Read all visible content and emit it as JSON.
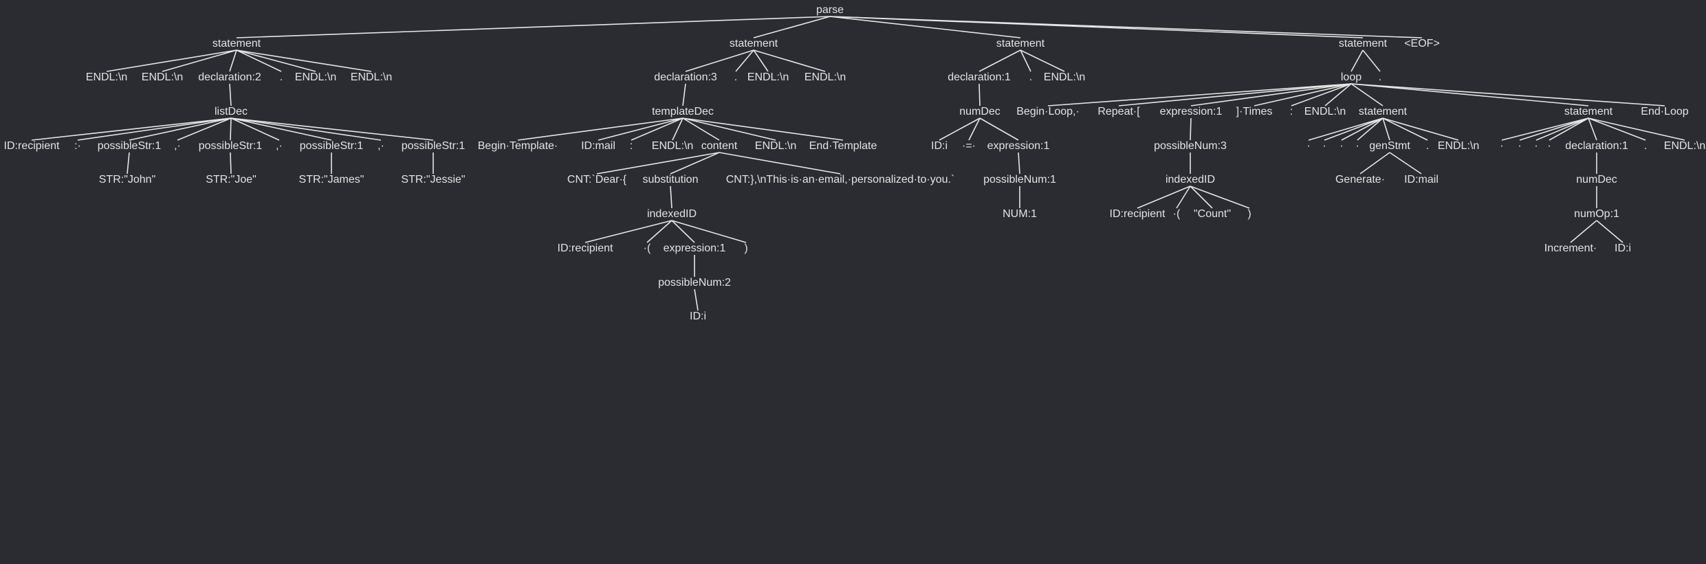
{
  "nodes": [
    {
      "label": "parse",
      "children": [
        1,
        2,
        3,
        4,
        5
      ]
    },
    {
      "label": "statement",
      "children": [
        6,
        7,
        8,
        9,
        10,
        11
      ]
    },
    {
      "label": "statement",
      "children": [
        12,
        13,
        14,
        15
      ]
    },
    {
      "label": "statement",
      "children": [
        16,
        17,
        18
      ]
    },
    {
      "label": "statement",
      "children": [
        19,
        20
      ]
    },
    {
      "label": "<EOF>",
      "children": []
    },
    {
      "label": "ENDL:\\n",
      "children": []
    },
    {
      "label": "ENDL:\\n",
      "children": []
    },
    {
      "label": "declaration:2",
      "children": [
        21
      ]
    },
    {
      "label": ".",
      "children": []
    },
    {
      "label": "ENDL:\\n",
      "children": []
    },
    {
      "label": "ENDL:\\n",
      "children": []
    },
    {
      "label": "declaration:3",
      "children": [
        22
      ]
    },
    {
      "label": ".",
      "children": []
    },
    {
      "label": "ENDL:\\n",
      "children": []
    },
    {
      "label": "ENDL:\\n",
      "children": []
    },
    {
      "label": "declaration:1",
      "children": [
        23
      ]
    },
    {
      "label": ".",
      "children": []
    },
    {
      "label": "ENDL:\\n",
      "children": []
    },
    {
      "label": "loop",
      "children": [
        24,
        25,
        26,
        27,
        28,
        29,
        30,
        31,
        32
      ]
    },
    {
      "label": ".",
      "children": []
    },
    {
      "label": "listDec",
      "children": [
        33,
        34,
        35,
        36,
        37,
        38,
        39,
        40,
        41
      ]
    },
    {
      "label": "templateDec",
      "children": [
        42,
        43,
        44,
        45,
        46,
        47,
        48
      ]
    },
    {
      "label": "numDec",
      "children": [
        49,
        50,
        51
      ]
    },
    {
      "label": "Begin·Loop,·",
      "children": []
    },
    {
      "label": "Repeat·[",
      "children": []
    },
    {
      "label": "expression:1",
      "children": [
        52
      ]
    },
    {
      "label": "]·Times",
      "children": []
    },
    {
      "label": ":",
      "children": []
    },
    {
      "label": "ENDL:\\n",
      "children": []
    },
    {
      "label": "statement",
      "children": [
        53,
        54,
        55,
        56,
        57,
        58,
        59
      ]
    },
    {
      "label": "statement",
      "children": [
        60,
        61,
        62,
        63,
        64,
        65,
        66
      ]
    },
    {
      "label": "End·Loop",
      "children": []
    },
    {
      "label": "ID:recipient",
      "children": []
    },
    {
      "label": ":·",
      "children": []
    },
    {
      "label": "possibleStr:1",
      "children": [
        67
      ]
    },
    {
      "label": ",·",
      "children": []
    },
    {
      "label": "possibleStr:1",
      "children": [
        68
      ]
    },
    {
      "label": ",·",
      "children": []
    },
    {
      "label": "possibleStr:1",
      "children": [
        69
      ]
    },
    {
      "label": ",·",
      "children": []
    },
    {
      "label": "possibleStr:1",
      "children": [
        70
      ]
    },
    {
      "label": "Begin·Template·",
      "children": []
    },
    {
      "label": "ID:mail",
      "children": []
    },
    {
      "label": ":",
      "children": []
    },
    {
      "label": "ENDL:\\n",
      "children": []
    },
    {
      "label": "content",
      "children": [
        71,
        72,
        73
      ]
    },
    {
      "label": "ENDL:\\n",
      "children": []
    },
    {
      "label": "End·Template",
      "children": []
    },
    {
      "label": "ID:i",
      "children": []
    },
    {
      "label": "·=·",
      "children": []
    },
    {
      "label": "expression:1",
      "children": [
        74
      ]
    },
    {
      "label": "possibleNum:3",
      "children": [
        75
      ]
    },
    {
      "label": "·",
      "children": []
    },
    {
      "label": "·",
      "children": []
    },
    {
      "label": "·",
      "children": []
    },
    {
      "label": "·",
      "children": []
    },
    {
      "label": "genStmt",
      "children": [
        76,
        77
      ]
    },
    {
      "label": ".",
      "children": []
    },
    {
      "label": "ENDL:\\n",
      "children": []
    },
    {
      "label": "·",
      "children": []
    },
    {
      "label": "·",
      "children": []
    },
    {
      "label": "·",
      "children": []
    },
    {
      "label": "·",
      "children": []
    },
    {
      "label": "declaration:1",
      "children": [
        78
      ]
    },
    {
      "label": ".",
      "children": []
    },
    {
      "label": "ENDL:\\n",
      "children": []
    },
    {
      "label": "STR:\"John\"",
      "children": []
    },
    {
      "label": "STR:\"Joe\"",
      "children": []
    },
    {
      "label": "STR:\"James\"",
      "children": []
    },
    {
      "label": "STR:\"Jessie\"",
      "children": []
    },
    {
      "label": "CNT:`Dear·{",
      "children": []
    },
    {
      "label": "substitution",
      "children": [
        79
      ]
    },
    {
      "label": "CNT:},\\nThis·is·an·email,·personalized·to·you.`",
      "children": []
    },
    {
      "label": "possibleNum:1",
      "children": [
        80
      ]
    },
    {
      "label": "indexedID",
      "children": [
        81,
        82,
        83,
        84
      ]
    },
    {
      "label": "Generate·",
      "children": []
    },
    {
      "label": "ID:mail",
      "children": []
    },
    {
      "label": "numDec",
      "children": [
        85
      ]
    },
    {
      "label": "indexedID",
      "children": [
        86,
        87,
        88,
        89
      ]
    },
    {
      "label": "NUM:1",
      "children": []
    },
    {
      "label": "ID:recipient",
      "children": []
    },
    {
      "label": "·(",
      "children": []
    },
    {
      "label": "\"Count\"",
      "children": []
    },
    {
      "label": ")",
      "children": []
    },
    {
      "label": "numOp:1",
      "children": [
        90,
        91
      ]
    },
    {
      "label": "ID:recipient",
      "children": []
    },
    {
      "label": "·(",
      "children": []
    },
    {
      "label": "expression:1",
      "children": [
        92
      ]
    },
    {
      "label": ")",
      "children": []
    },
    {
      "label": "Increment·",
      "children": []
    },
    {
      "label": "ID:i",
      "children": []
    },
    {
      "label": "possibleNum:2",
      "children": [
        93
      ]
    },
    {
      "label": "ID:i",
      "children": []
    }
  ]
}
